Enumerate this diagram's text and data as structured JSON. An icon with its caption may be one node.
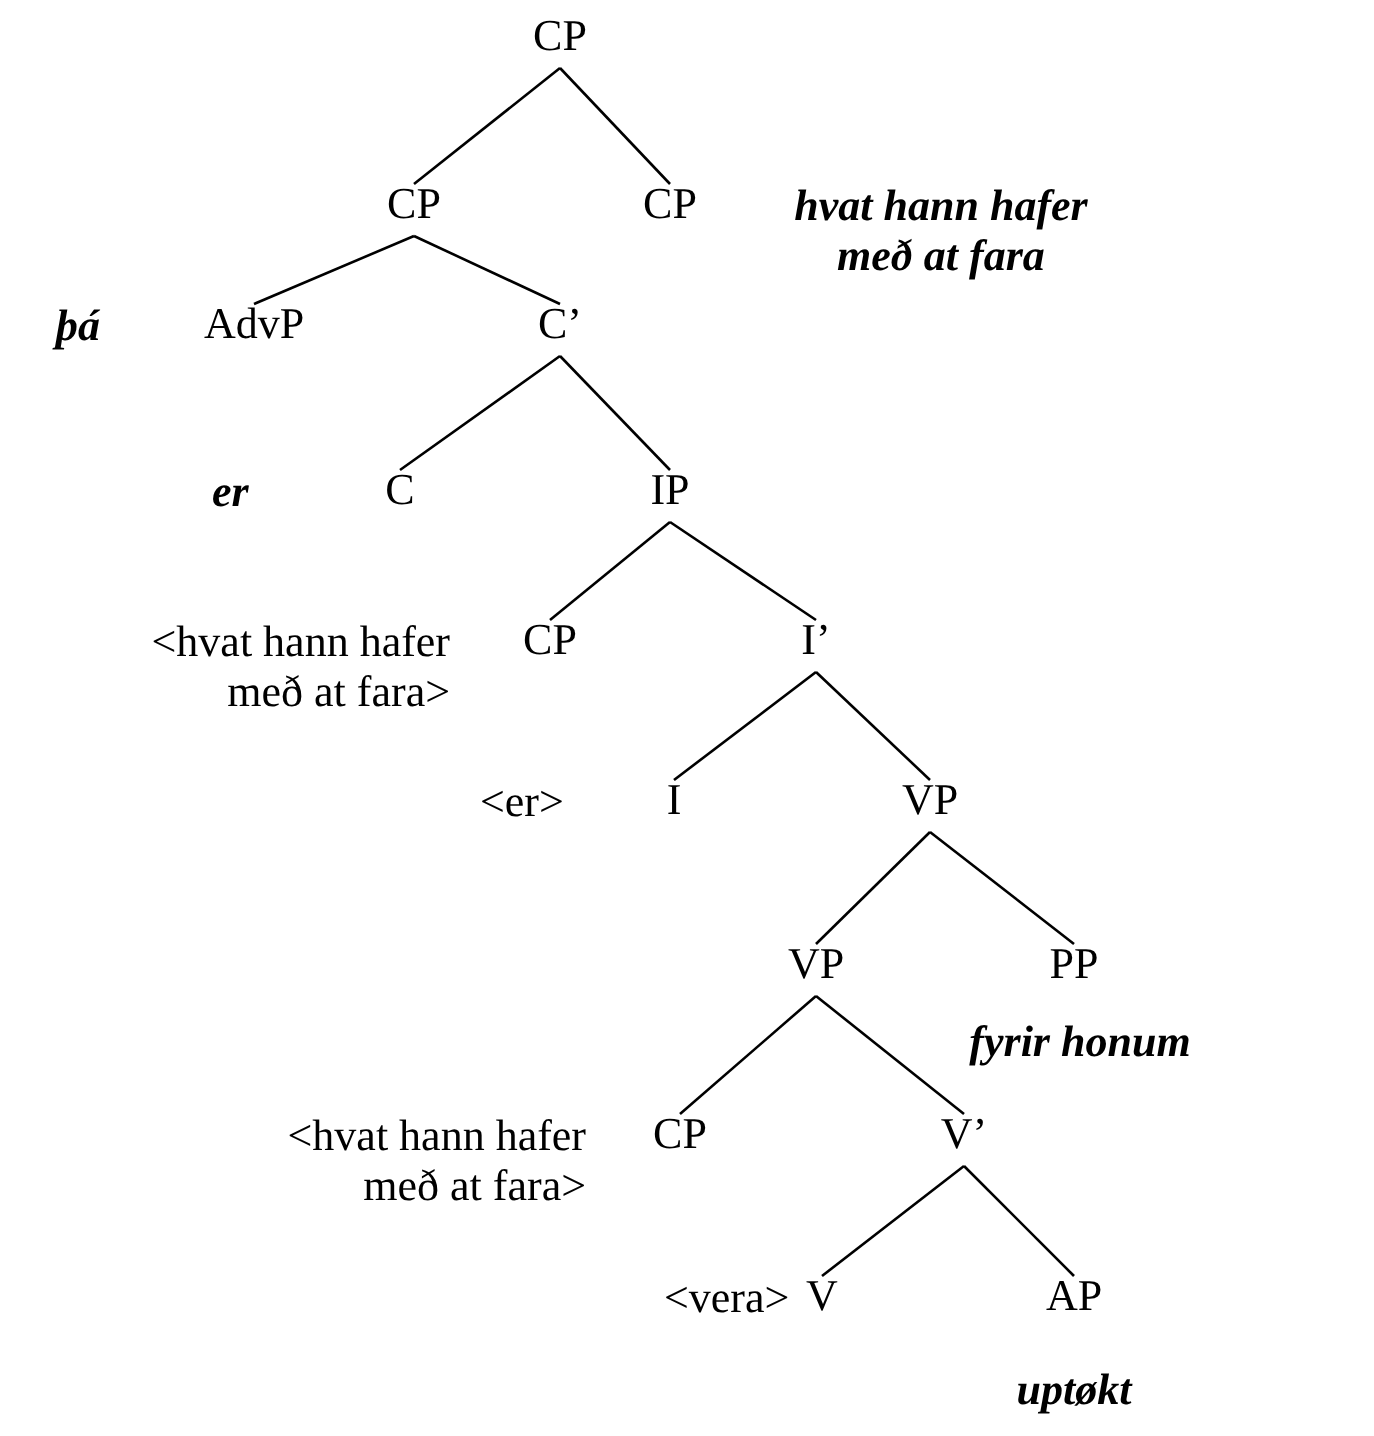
{
  "diagram": {
    "nodes": [
      {
        "text": [
          "CP"
        ]
      },
      {
        "text": [
          "CP"
        ]
      },
      {
        "text": [
          "CP"
        ],
        "beside": [
          "hvat hann hafer með at fara"
        ]
      },
      {
        "text": [
          "AdvP"
        ],
        "beside": [
          "þá"
        ]
      },
      {
        "text": [
          "C’"
        ]
      },
      {
        "text": [
          "C"
        ],
        "beside": [
          "er"
        ]
      },
      {
        "text": [
          "IP"
        ]
      },
      {
        "text": [
          "CP"
        ],
        "beside": [
          "<hvat hann hafer með at fara>"
        ]
      },
      {
        "text": [
          "I’"
        ]
      },
      {
        "text": [
          "I"
        ],
        "beside": [
          "<er>"
        ]
      },
      {
        "text": [
          "VP"
        ]
      },
      {
        "text": [
          "VP"
        ]
      },
      {
        "text": [
          "PP"
        ],
        "beside": [
          "fyrir honum"
        ]
      },
      {
        "text": [
          "CP"
        ],
        "beside": [
          "<hvat hann hafer með at fara>"
        ]
      },
      {
        "text": [
          "V’"
        ]
      },
      {
        "text": [
          "V"
        ],
        "beside": [
          "<vera>"
        ]
      },
      {
        "text": [
          "AP"
        ],
        "beside": [
          "uptøkt"
        ]
      }
    ],
    "edges": [
      {
        "from": 0,
        "to": 1,
        "arrow": "none"
      },
      {
        "from": 0,
        "to": 2,
        "arrow": "none"
      },
      {
        "from": 1,
        "to": 3,
        "arrow": "none"
      },
      {
        "from": 1,
        "to": 4,
        "arrow": "none"
      },
      {
        "from": 4,
        "to": 5,
        "arrow": "none"
      },
      {
        "from": 4,
        "to": 6,
        "arrow": "none"
      },
      {
        "from": 6,
        "to": 7,
        "arrow": "none"
      },
      {
        "from": 6,
        "to": 8,
        "arrow": "none"
      },
      {
        "from": 8,
        "to": 9,
        "arrow": "none"
      },
      {
        "from": 8,
        "to": 10,
        "arrow": "none"
      },
      {
        "from": 10,
        "to": 11,
        "arrow": "none"
      },
      {
        "from": 10,
        "to": 12,
        "arrow": "none"
      },
      {
        "from": 11,
        "to": 13,
        "arrow": "none"
      },
      {
        "from": 11,
        "to": 14,
        "arrow": "none"
      },
      {
        "from": 14,
        "to": 15,
        "arrow": "none"
      },
      {
        "from": 14,
        "to": 16,
        "arrow": "none"
      }
    ]
  }
}
